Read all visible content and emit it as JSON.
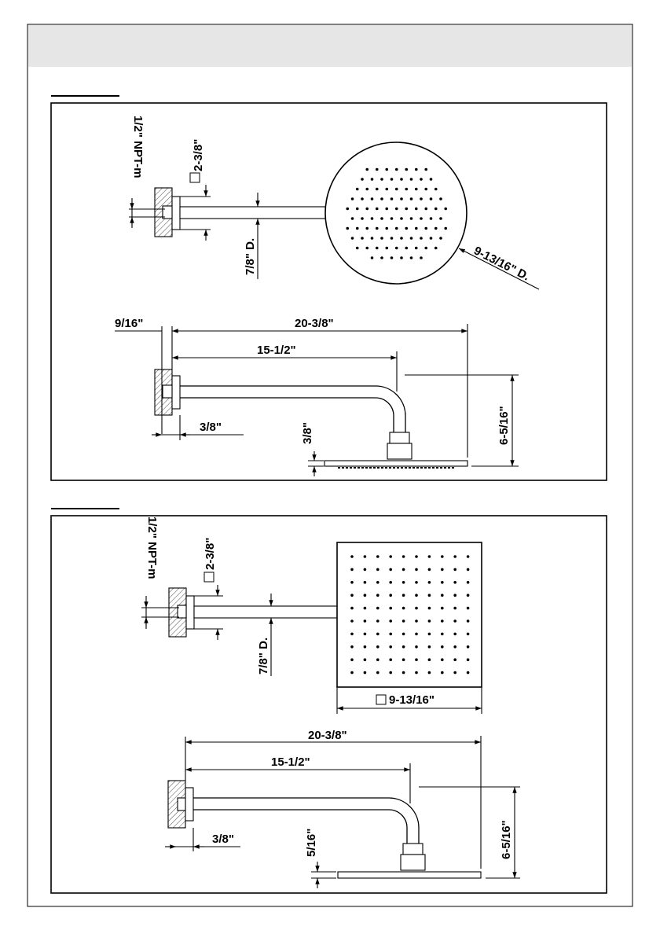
{
  "panel1": {
    "title": "",
    "top_view": {
      "thread_label": "1/2\" NPT-m",
      "flange_label": "2-3/8\"",
      "arm_diameter_label": "7/8\" D.",
      "head_diameter_label": "9-13/16\" D."
    },
    "side_view": {
      "offset_label": "9/16\"",
      "total_length_label": "20-3/8\"",
      "arm_length_label": "15-1/2\"",
      "drop_label": "6-5/16\"",
      "wall_gap_label": "3/8\"",
      "head_thickness_label": "3/8\""
    }
  },
  "panel2": {
    "title": "",
    "top_view": {
      "thread_label": "1/2\" NPT-m",
      "flange_label": "2-3/8\"",
      "arm_diameter_label": "7/8\" D.",
      "head_size_label": "9-13/16\""
    },
    "side_view": {
      "total_length_label": "20-3/8\"",
      "arm_length_label": "15-1/2\"",
      "drop_label": "6-5/16\"",
      "wall_gap_label": "3/8\"",
      "head_thickness_label": "5/16\""
    }
  }
}
